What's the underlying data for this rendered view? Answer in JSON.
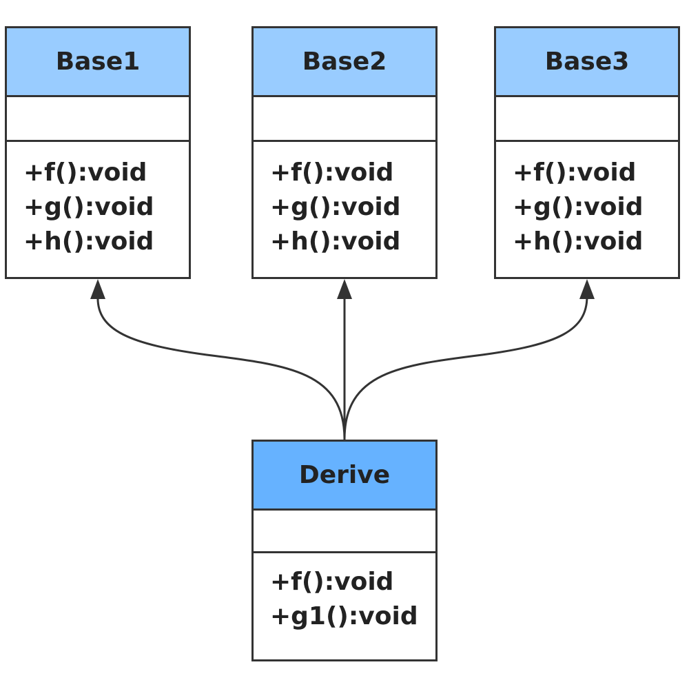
{
  "colors": {
    "base_header": "#99ccff",
    "derive_header": "#66b2ff",
    "stroke": "#333333",
    "text": "#222222"
  },
  "classes": [
    {
      "name": "Base1",
      "attributes": [],
      "methods": [
        "+f():void",
        "+g():void",
        "+h():void"
      ]
    },
    {
      "name": "Base2",
      "attributes": [],
      "methods": [
        "+f():void",
        "+g():void",
        "+h():void"
      ]
    },
    {
      "name": "Base3",
      "attributes": [],
      "methods": [
        "+f():void",
        "+g():void",
        "+h():void"
      ]
    },
    {
      "name": "Derive",
      "attributes": [],
      "methods": [
        "+f():void",
        "+g1():void"
      ]
    }
  ],
  "relationships": [
    {
      "type": "inheritance",
      "from": "Derive",
      "to": "Base1"
    },
    {
      "type": "inheritance",
      "from": "Derive",
      "to": "Base2"
    },
    {
      "type": "inheritance",
      "from": "Derive",
      "to": "Base3"
    }
  ]
}
